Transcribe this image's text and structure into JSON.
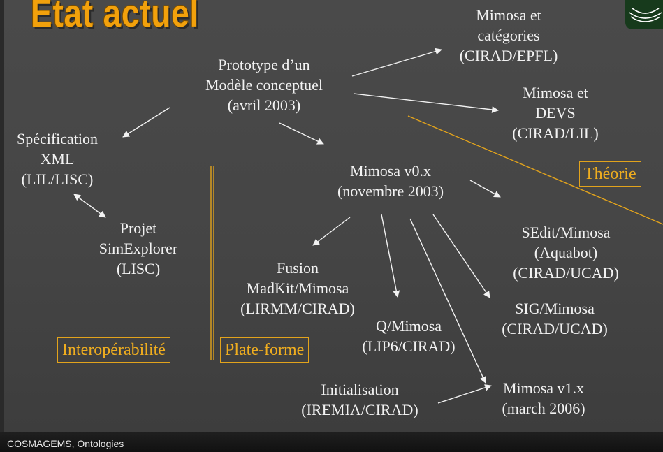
{
  "title": "Etat actuel",
  "footer": "COSMAGEMS, Ontologies",
  "nodes": {
    "prototype": [
      "Prototype d’un",
      "Modèle conceptuel",
      "(avril 2003)"
    ],
    "categories": [
      "Mimosa et",
      "catégories",
      "(CIRAD/EPFL)"
    ],
    "devs": [
      "Mimosa et",
      "DEVS",
      "(CIRAD/LIL)"
    ],
    "xml": [
      "Spécification",
      "XML",
      "(LIL/LISC)"
    ],
    "simexplorer": [
      "Projet",
      "SimExplorer",
      "(LISC)"
    ],
    "mimosa_v0": [
      "Mimosa v0.x",
      "(novembre 2003)"
    ],
    "sedit": [
      "SEdit/Mimosa",
      "(Aquabot)",
      "(CIRAD/UCAD)"
    ],
    "fusion": [
      "Fusion",
      "MadKit/Mimosa",
      "(LIRMM/CIRAD)"
    ],
    "sig": [
      "SIG/Mimosa",
      "(CIRAD/UCAD)"
    ],
    "q_mimosa": [
      "Q/Mimosa",
      "(LIP6/CIRAD)"
    ],
    "initialisation": [
      "Initialisation",
      "(IREMIA/CIRAD)"
    ],
    "mimosa_v1": [
      "Mimosa v1.x",
      "(march 2006)"
    ]
  },
  "regions": {
    "theorie": "Théorie",
    "interoperabilite": "Interopérabilité",
    "plateforme": "Plate-forme"
  },
  "colors": {
    "accent": "#f2a10c",
    "region_line": "#e2a31c",
    "text": "#f2f2f2",
    "background": "#464646"
  },
  "icons": {
    "logo": "cirad-logo"
  }
}
